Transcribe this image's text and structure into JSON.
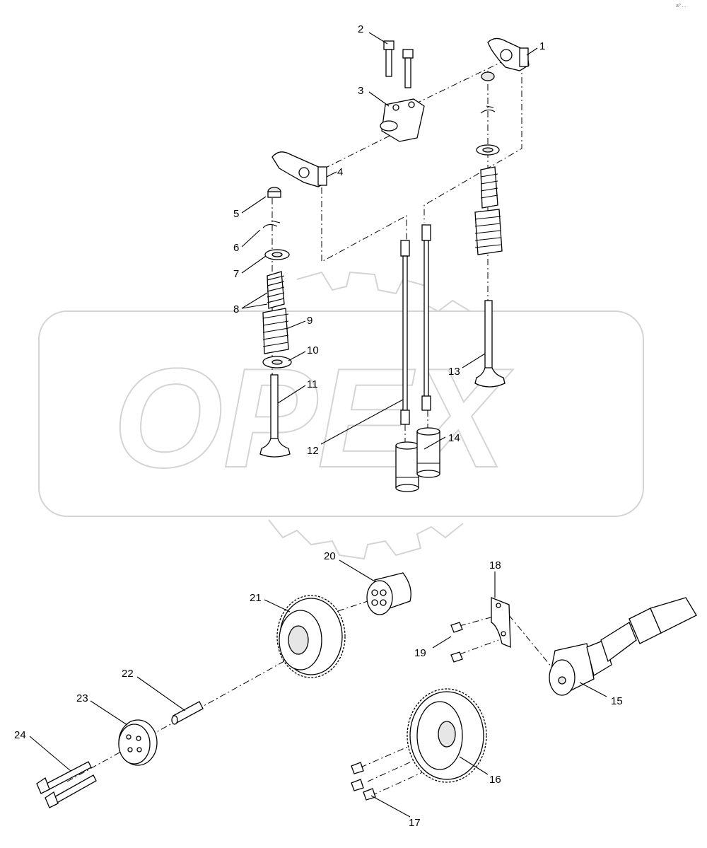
{
  "watermark": {
    "text": "OPEX",
    "color": "#d4d4d4"
  },
  "corner_mark": "a⁰ ...",
  "callouts": [
    "1",
    "2",
    "3",
    "4",
    "5",
    "6",
    "7",
    "8",
    "9",
    "10",
    "11",
    "12",
    "13",
    "14",
    "15",
    "16",
    "17",
    "18",
    "19",
    "20",
    "21",
    "22",
    "23",
    "24"
  ]
}
